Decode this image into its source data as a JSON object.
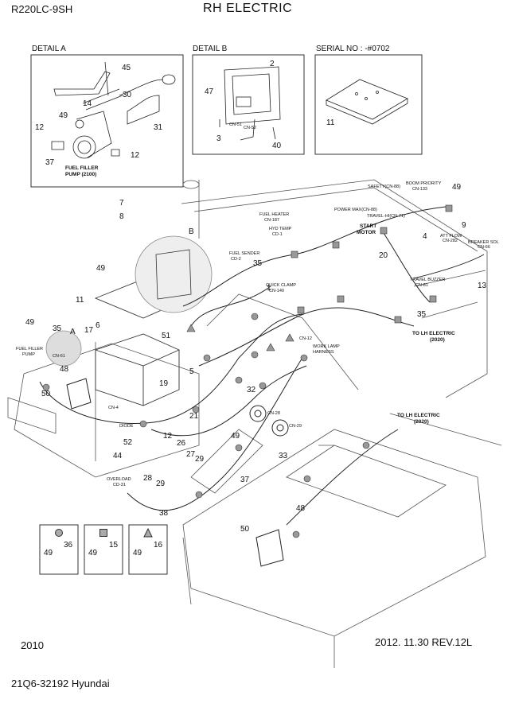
{
  "header": {
    "model": "R220LC-9SH",
    "title": "RH ELECTRIC"
  },
  "details": [
    {
      "label": "DETAIL  A"
    },
    {
      "label": "DETAIL B"
    },
    {
      "label": "SERIAL NO : -#0702"
    }
  ],
  "footer": {
    "page": "2010",
    "date_rev": "2012. 11.30  REV.12L",
    "doc_id": "21Q6-32192 Hyundai"
  },
  "callouts": {
    "d45": "45",
    "d30": "30",
    "d14": "14",
    "d49a": "49",
    "d12a": "12",
    "d31": "31",
    "d37": "37",
    "d12b": "12",
    "d2": "2",
    "d47": "47",
    "d3": "3",
    "d40": "40",
    "d11s": "11",
    "n7": "7",
    "n8": "8",
    "n49a": "49",
    "nB": "B",
    "n11": "11",
    "n49b": "49",
    "n35a": "35",
    "nA": "A",
    "n6": "6",
    "n17": "17",
    "n51": "51",
    "n5": "5",
    "n48a": "48",
    "n50a": "50",
    "n19": "19",
    "n21": "21",
    "n12": "12",
    "n26": "26",
    "n52": "52",
    "n44": "44",
    "n27": "27",
    "n29a": "29",
    "n28": "28",
    "n29b": "29",
    "n38": "38",
    "n35b": "35",
    "n1": "1",
    "n32": "32",
    "n49c": "49",
    "n33": "33",
    "n37": "37",
    "n49d": "49",
    "n9": "9",
    "n4": "4",
    "n20": "20",
    "n35c": "35",
    "n13": "13",
    "n48b": "48",
    "n50b": "50",
    "l49a": "49",
    "l36": "36",
    "l49b": "49",
    "l15": "15",
    "l49c": "49",
    "l16": "16"
  },
  "annotations": {
    "fuel_filler_pump_d": "FUEL FILLER",
    "fuel_filler_pump_d2": "PUMP (2100)",
    "cn51": "CN-51",
    "cn52": "CN-52",
    "safety": "SAFETY(CN-88)",
    "boom_priority": "BOOM PRIORITY",
    "cn133": "CN-133",
    "power_max": "POWER MAX(CN-88)",
    "fuel_heater": "FUEL HEATER",
    "cn187": "CN-187",
    "travel_hi": "TRAVEL-HI(CN-71)",
    "hyd_temp": "HYD TEMP",
    "cd1": "CD-1",
    "start_motor_1": "START",
    "start_motor_2": "MOTOR",
    "att_flow": "ATT FLOW",
    "cn282": "CN-282",
    "breaker_sol": "BREAKER SOL",
    "cn66": "CN-66",
    "fuel_sender": "FUEL SENDER",
    "cd2": "CD-2",
    "travel_buzzer": "TRAVEL BUZZER",
    "cn81": "CN-81",
    "quick_clamp": "QUICK CLAMP",
    "cn140": "CN-140",
    "to_lh_1": "TO LH ELECTRIC",
    "to_lh_1b": "(2020)",
    "cn12": "CN-12",
    "work_lamp": "WORK LAMP",
    "harness": "HARNESS",
    "fuel_filler_main": "FUEL FILLER",
    "pump_main": "PUMP",
    "cn61": "CN-61",
    "cn4": "CN-4",
    "diode": "DIODE",
    "cn28": "CN-28",
    "cn29": "CN-29",
    "to_lh_2": "TO LH ELECTRIC",
    "to_lh_2b": "(2020)",
    "overload": "OVERLOAD",
    "cd31": "CD-31"
  }
}
